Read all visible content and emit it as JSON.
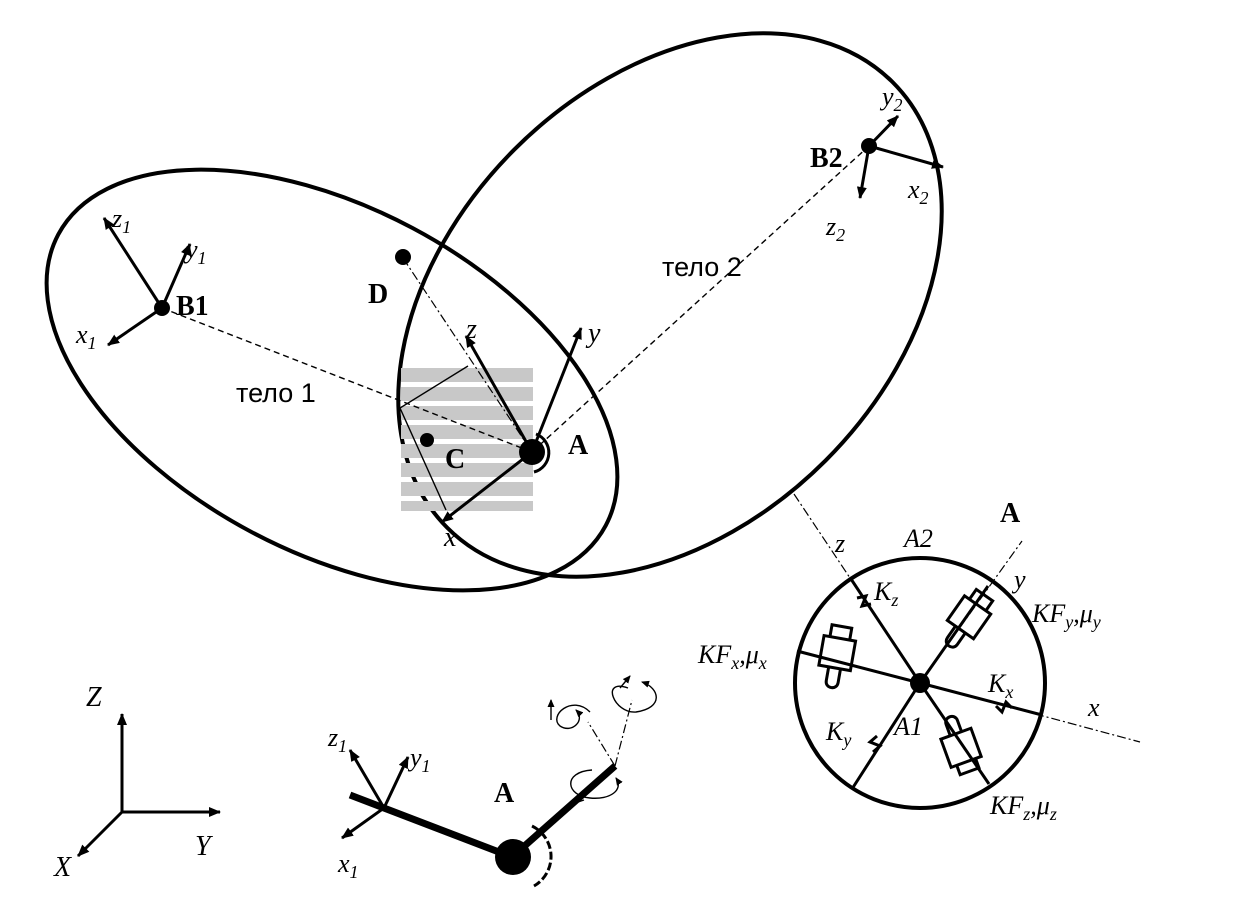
{
  "labels": {
    "B1": "B1",
    "B2": "B2",
    "D": "D",
    "C": "C",
    "A": "A",
    "A_detail": "A",
    "A_joint": "A",
    "A1": "A1",
    "A2": "A2",
    "body1": "тело 1",
    "body2": "тело 2",
    "x": "x",
    "y": "y",
    "z": "z",
    "det_x": "x",
    "det_y": "y",
    "det_z": "z",
    "x1": "x",
    "y1": "y",
    "z1": "z",
    "x1_joint": "x",
    "y1_joint": "y",
    "z1_joint": "z",
    "x2": "x",
    "y2": "y",
    "z2": "z",
    "X": "X",
    "Y": "Y",
    "Z": "Z",
    "Kx": "K",
    "Ky": "K",
    "Kz": "K",
    "KFx": "KF",
    "KFy": "KF",
    "KFz": "KF",
    "mu": "μ"
  },
  "subscripts": {
    "one": "1",
    "two": "2",
    "x": "x",
    "y": "y",
    "z": "z"
  }
}
